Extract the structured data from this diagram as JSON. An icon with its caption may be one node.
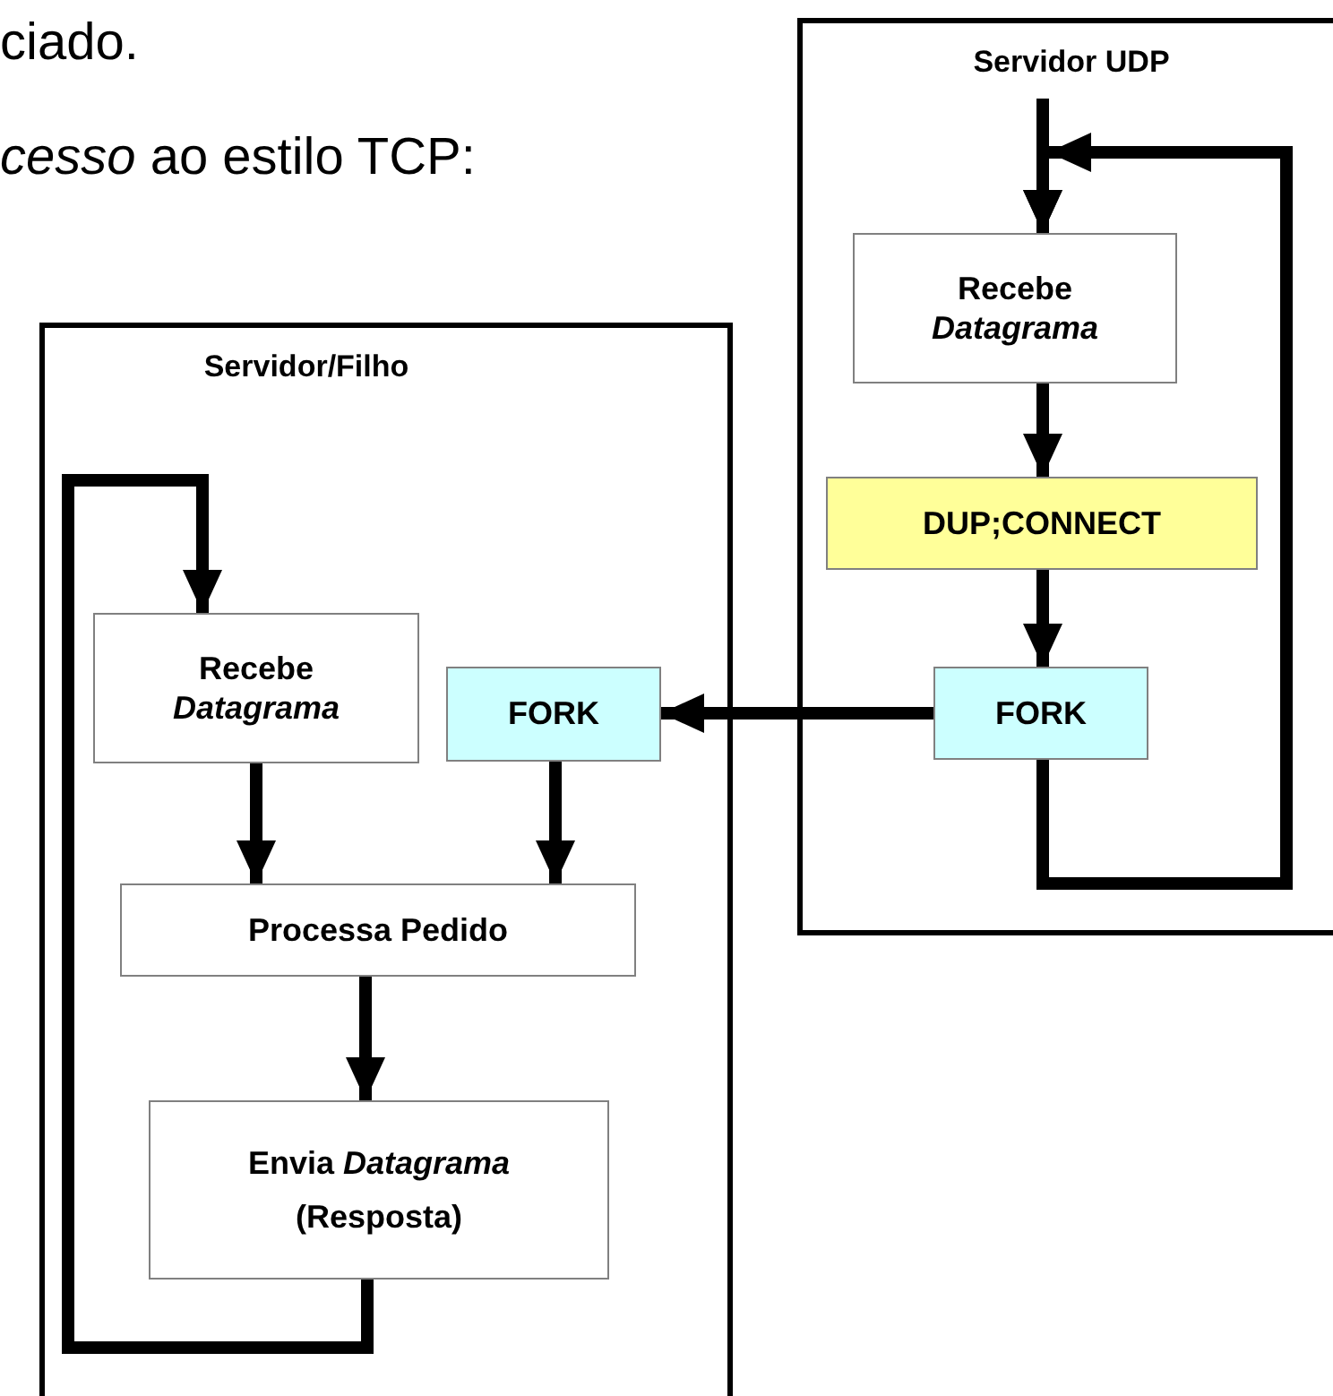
{
  "diagram": {
    "nodes": [
      {
        "text": [
          "Servidor UDP"
        ]
      },
      {
        "text": [
          "Recebe *Datagrama*"
        ],
        "in": 0
      },
      {
        "text": [
          "DUP;CONNECT"
        ],
        "in": 0
      },
      {
        "text": [
          "FORK"
        ],
        "in": 0
      },
      {
        "text": [
          "Servidor/Filho"
        ]
      },
      {
        "text": [
          "Recebe *Datagrama*"
        ],
        "in": 4
      },
      {
        "text": [
          "FORK"
        ],
        "in": 4
      },
      {
        "text": [
          "Processa Pedido"
        ],
        "in": 4
      },
      {
        "text": [
          "Envia *Datagrama*",
          "(Resposta)"
        ],
        "in": 4
      }
    ],
    "edges": [
      {
        "from": null,
        "to": 1,
        "arrow": "to"
      },
      {
        "from": 1,
        "to": 2,
        "arrow": "to"
      },
      {
        "from": 2,
        "to": 3,
        "arrow": "to"
      },
      {
        "from": 3,
        "to": 1,
        "arrow": "to"
      },
      {
        "from": 3,
        "to": 6,
        "arrow": "to"
      },
      {
        "from": 5,
        "to": 7,
        "arrow": "to"
      },
      {
        "from": 6,
        "to": 7,
        "arrow": "to"
      },
      {
        "from": 7,
        "to": 8,
        "arrow": "to"
      },
      {
        "from": 8,
        "to": 5,
        "arrow": "to"
      }
    ],
    "labels": [
      "ciado.",
      "*cesso* ao estilo TCP:"
    ]
  }
}
